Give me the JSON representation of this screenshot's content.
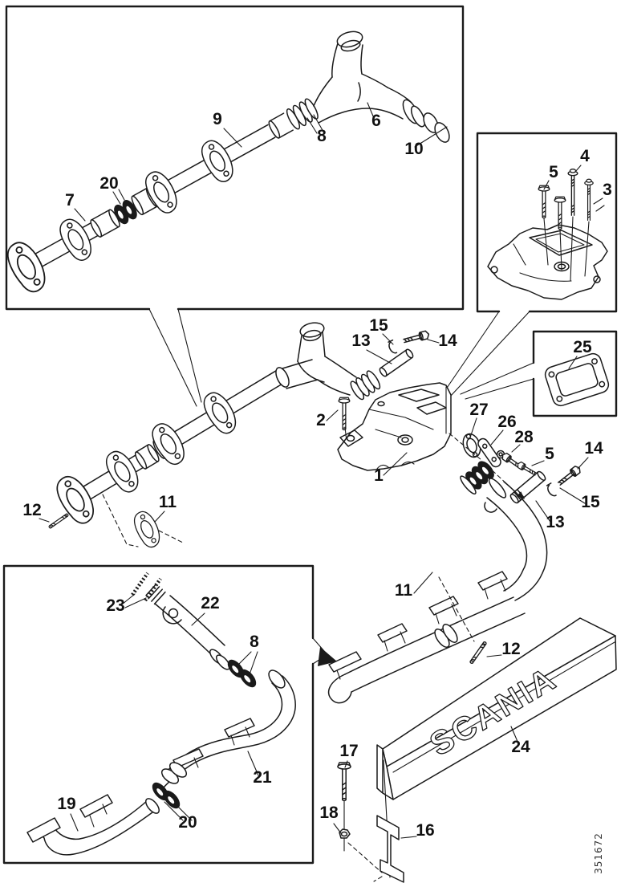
{
  "document": {
    "type": "exploded-parts-diagram",
    "figure_code": "351672",
    "brand_logo": "SCANIA",
    "background_color": "#ffffff",
    "ink_color": "#1a1a1a"
  },
  "callouts": [
    {
      "label": "9"
    },
    {
      "label": "8"
    },
    {
      "label": "6"
    },
    {
      "label": "10"
    },
    {
      "label": "20"
    },
    {
      "label": "7"
    },
    {
      "label": "5"
    },
    {
      "label": "4"
    },
    {
      "label": "3"
    },
    {
      "label": "25"
    },
    {
      "label": "15"
    },
    {
      "label": "13"
    },
    {
      "label": "14"
    },
    {
      "label": "2"
    },
    {
      "label": "1"
    },
    {
      "label": "27"
    },
    {
      "label": "26"
    },
    {
      "label": "28"
    },
    {
      "label": "5"
    },
    {
      "label": "14"
    },
    {
      "label": "15"
    },
    {
      "label": "13"
    },
    {
      "label": "12"
    },
    {
      "label": "11"
    },
    {
      "label": "11"
    },
    {
      "label": "12"
    },
    {
      "label": "24"
    },
    {
      "label": "17"
    },
    {
      "label": "18"
    },
    {
      "label": "16"
    },
    {
      "label": "23"
    },
    {
      "label": "22"
    },
    {
      "label": "8"
    },
    {
      "label": "21"
    },
    {
      "label": "20"
    },
    {
      "label": "19"
    }
  ]
}
